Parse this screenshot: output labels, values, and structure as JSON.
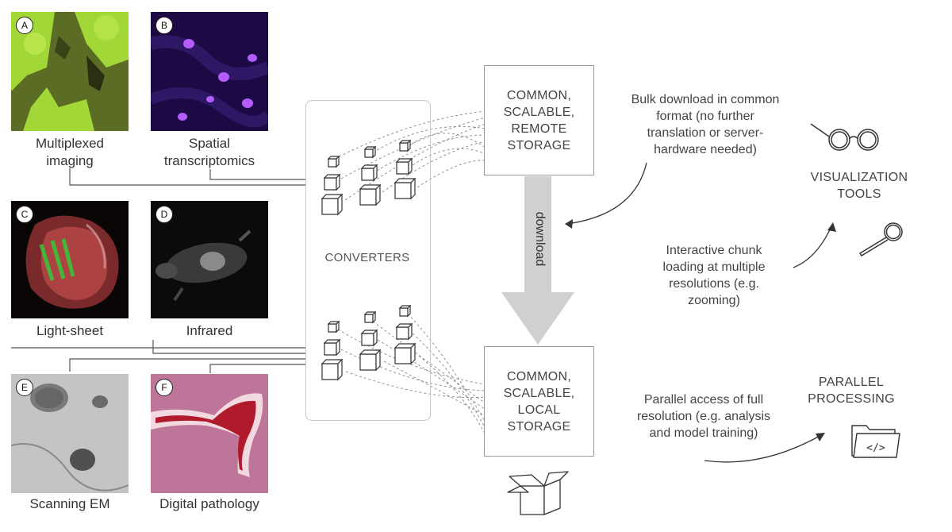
{
  "panels": [
    {
      "badge": "A",
      "caption_line1": "Multiplexed",
      "caption_line2": "imaging"
    },
    {
      "badge": "B",
      "caption_line1": "Spatial",
      "caption_line2": "transcriptomics"
    },
    {
      "badge": "C",
      "caption_line1": "Light-sheet",
      "caption_line2": ""
    },
    {
      "badge": "D",
      "caption_line1": "Infrared",
      "caption_line2": ""
    },
    {
      "badge": "E",
      "caption_line1": "Scanning EM",
      "caption_line2": ""
    },
    {
      "badge": "F",
      "caption_line1": "Digital pathology",
      "caption_line2": ""
    }
  ],
  "converters": {
    "label": "CONVERTERS"
  },
  "remote_storage": {
    "line1": "COMMON,",
    "line2": "SCALABLE,",
    "line3": "REMOTE",
    "line4": "STORAGE"
  },
  "local_storage": {
    "line1": "COMMON,",
    "line2": "SCALABLE,",
    "line3": "LOCAL",
    "line4": "STORAGE"
  },
  "download_arrow": {
    "label": "download"
  },
  "notes": {
    "bulk": [
      "Bulk download in common",
      "format (no further",
      "translation or server-",
      "hardware needed)"
    ],
    "interactive": [
      "Interactive chunk",
      "loading at multiple",
      "resolutions (e.g.",
      "zooming)"
    ],
    "parallel": [
      "Parallel access of full",
      "resolution (e.g. analysis",
      "and model training)"
    ]
  },
  "visualization": {
    "line1": "VISUALIZATION",
    "line2": "TOOLS"
  },
  "processing": {
    "line1": "PARALLEL",
    "line2": "PROCESSING"
  },
  "icons": [
    "glasses-icon",
    "magnifier-icon",
    "code-folder-icon",
    "open-box-icon",
    "chunk-pyramid-icon"
  ],
  "colors": {
    "line": "#555555",
    "arrow": "#d0d0d0",
    "frame": "#c9c9c9"
  }
}
